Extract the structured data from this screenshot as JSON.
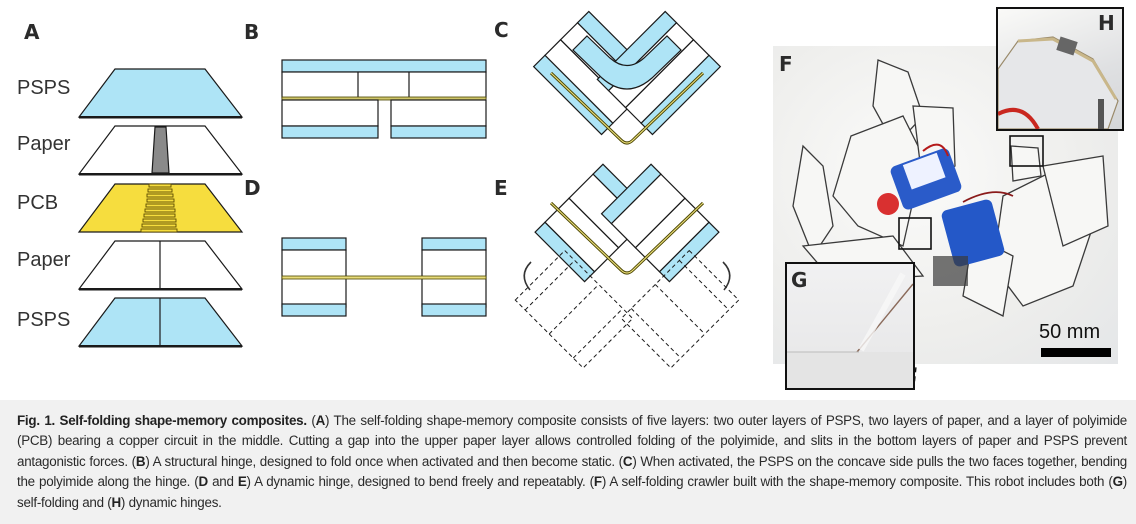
{
  "figure": {
    "panels": {
      "a": "A",
      "b": "B",
      "c": "C",
      "d": "D",
      "e": "E",
      "f": "F",
      "g": "G",
      "h": "H"
    },
    "layers": [
      {
        "label": "PSPS",
        "fill": "#aee4f6",
        "feature": "none"
      },
      {
        "label": "Paper",
        "fill": "#ffffff",
        "feature": "gap"
      },
      {
        "label": "PCB",
        "fill": "#f6dd3e",
        "feature": "circuit"
      },
      {
        "label": "Paper",
        "fill": "#ffffff",
        "feature": "slit"
      },
      {
        "label": "PSPS",
        "fill": "#aee4f6",
        "feature": "slit"
      }
    ],
    "colors": {
      "psps": "#aee4f6",
      "pcb": "#f6dd3e",
      "polyimide": "#cfc66a",
      "outline": "#1a1a1a",
      "caption_bg": "#f1f1f1"
    },
    "scale_bar": {
      "label": "50 mm"
    }
  },
  "caption": {
    "title": "Fig. 1. Self-folding shape-memory composites.",
    "segments": [
      {
        "t": " ("
      },
      {
        "b": "A"
      },
      {
        "t": ") The self-folding shape-memory composite consists of five layers: two outer layers of PSPS, two layers of paper, and a layer of polyimide (PCB) bearing a copper circuit in the middle. Cutting a gap into the upper paper layer allows controlled folding of the polyimide, and slits in the bottom layers of paper and PSPS prevent antagonistic forces. ("
      },
      {
        "b": "B"
      },
      {
        "t": ") A structural hinge, designed to fold once when activated and then become static. ("
      },
      {
        "b": "C"
      },
      {
        "t": ") When activated, the PSPS on the concave side pulls the two faces together, bending the polyimide along the hinge. ("
      },
      {
        "b": "D"
      },
      {
        "t": " and "
      },
      {
        "b": "E"
      },
      {
        "t": ") A dynamic hinge, designed to bend freely and repeatably. ("
      },
      {
        "b": "F"
      },
      {
        "t": ") A self-folding crawler built with the shape-memory composite. This robot includes both ("
      },
      {
        "b": "G"
      },
      {
        "t": ") self-folding and ("
      },
      {
        "b": "H"
      },
      {
        "t": ") dynamic hinges."
      }
    ]
  }
}
